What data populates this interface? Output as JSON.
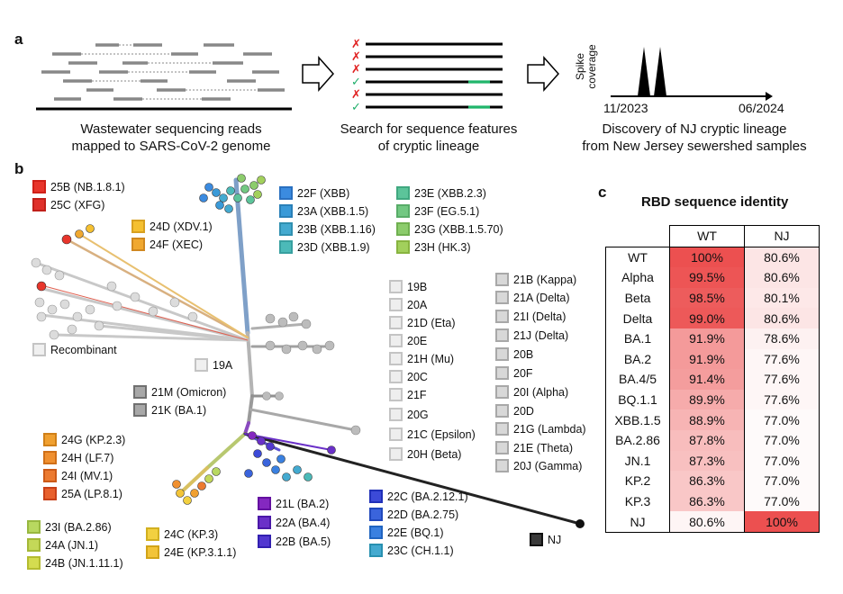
{
  "panel_a": {
    "letter": "a",
    "step1_caption_line1": "Wastewater sequencing reads",
    "step1_caption_line2": "mapped to SARS-CoV-2 genome",
    "step2_caption_line1": "Search for sequence features",
    "step2_caption_line2": "of cryptic lineage",
    "step3_caption_line1": "Discovery of NJ cryptic lineage",
    "step3_caption_line2": "from New Jersey sewershed samples",
    "search_marks": [
      "✗",
      "✗",
      "✗",
      "✓",
      "✗",
      "✓"
    ],
    "plot_ylabel_line1": "Spike",
    "plot_ylabel_line2": "coverage",
    "plot_x_start": "11/2023",
    "plot_x_end": "06/2024"
  },
  "panel_b": {
    "letter": "b",
    "legend": [
      {
        "label": "25B (NB.1.8.1)",
        "color": "#e8352b"
      },
      {
        "label": "25C (XFG)",
        "color": "#e0302a"
      },
      {
        "label": "24D (XDV.1)",
        "color": "#f5c030"
      },
      {
        "label": "24F (XEC)",
        "color": "#f0a830"
      },
      {
        "label": "22F (XBB)",
        "color": "#3b8be0"
      },
      {
        "label": "23A (XBB.1.5)",
        "color": "#3a9ad8"
      },
      {
        "label": "23B (XBB.1.16)",
        "color": "#44aad0"
      },
      {
        "label": "23D (XBB.1.9)",
        "color": "#4cbab8"
      },
      {
        "label": "23E (XBB.2.3)",
        "color": "#5cc49a"
      },
      {
        "label": "23F (EG.5.1)",
        "color": "#72c882"
      },
      {
        "label": "23G (XBB.1.5.70)",
        "color": "#8ccc6c"
      },
      {
        "label": "23H (HK.3)",
        "color": "#a2d05c"
      },
      {
        "label": "Recombinant",
        "color": "#d8d8d8"
      },
      {
        "label": "19A",
        "color": "#d4d4d4"
      },
      {
        "label": "19B",
        "color": "#d2d2d2"
      },
      {
        "label": "20A",
        "color": "#d2d2d2"
      },
      {
        "label": "21D (Eta)",
        "color": "#d2d2d2"
      },
      {
        "label": "20E",
        "color": "#d2d2d2"
      },
      {
        "label": "21H (Mu)",
        "color": "#d2d2d2"
      },
      {
        "label": "20C",
        "color": "#d2d2d2"
      },
      {
        "label": "21F",
        "color": "#d2d2d2"
      },
      {
        "label": "20G",
        "color": "#d2d2d2"
      },
      {
        "label": "21C (Epsilon)",
        "color": "#d2d2d2"
      },
      {
        "label": "20H (Beta)",
        "color": "#d2d2d2"
      },
      {
        "label": "21B (Kappa)",
        "color": "#b4b4b4"
      },
      {
        "label": "21A (Delta)",
        "color": "#b4b4b4"
      },
      {
        "label": "21I (Delta)",
        "color": "#b4b4b4"
      },
      {
        "label": "21J (Delta)",
        "color": "#b4b4b4"
      },
      {
        "label": "20B",
        "color": "#b4b4b4"
      },
      {
        "label": "20F",
        "color": "#b4b4b4"
      },
      {
        "label": "20I (Alpha)",
        "color": "#b4b4b4"
      },
      {
        "label": "20D",
        "color": "#b4b4b4"
      },
      {
        "label": "21G (Lambda)",
        "color": "#b4b4b4"
      },
      {
        "label": "21E (Theta)",
        "color": "#b4b4b4"
      },
      {
        "label": "20J (Gamma)",
        "color": "#b4b4b4"
      },
      {
        "label": "21M (Omicron)",
        "color": "#8e8e8e"
      },
      {
        "label": "21K (BA.1)",
        "color": "#8e8e8e"
      },
      {
        "label": "24G (KP.2.3)",
        "color": "#f0a030"
      },
      {
        "label": "24H (LF.7)",
        "color": "#f09030"
      },
      {
        "label": "24I (MV.1)",
        "color": "#ec7a30"
      },
      {
        "label": "25A (LP.8.1)",
        "color": "#e8602c"
      },
      {
        "label": "23I (BA.2.86)",
        "color": "#b8d860"
      },
      {
        "label": "24A (JN.1)",
        "color": "#c4d858"
      },
      {
        "label": "24B (JN.1.11.1)",
        "color": "#d4dc50"
      },
      {
        "label": "24C (KP.3)",
        "color": "#f2d040"
      },
      {
        "label": "24E (KP.3.1.1)",
        "color": "#f2c438"
      },
      {
        "label": "21L (BA.2)",
        "color": "#8428c0"
      },
      {
        "label": "22A (BA.4)",
        "color": "#6a30c8"
      },
      {
        "label": "22B (BA.5)",
        "color": "#5238d0"
      },
      {
        "label": "22C (BA.2.12.1)",
        "color": "#3c4ad8"
      },
      {
        "label": "22D (BA.2.75)",
        "color": "#3a64dc"
      },
      {
        "label": "22E (BQ.1)",
        "color": "#3a80e0"
      },
      {
        "label": "23C (CH.1.1)",
        "color": "#44aad0"
      },
      {
        "label": "NJ",
        "color": "#222222"
      }
    ]
  },
  "panel_c": {
    "letter": "c",
    "title": "RBD sequence identity",
    "columns": [
      "WT",
      "NJ"
    ],
    "rows": [
      {
        "name": "WT",
        "wt": "100%",
        "nj": "80.6%",
        "wt_level": 1.0,
        "nj_level": 0.15
      },
      {
        "name": "Alpha",
        "wt": "99.5%",
        "nj": "80.6%",
        "wt_level": 0.97,
        "nj_level": 0.15
      },
      {
        "name": "Beta",
        "wt": "98.5%",
        "nj": "80.1%",
        "wt_level": 0.93,
        "nj_level": 0.13
      },
      {
        "name": "Delta",
        "wt": "99.0%",
        "nj": "80.6%",
        "wt_level": 0.95,
        "nj_level": 0.15
      },
      {
        "name": "BA.1",
        "wt": "91.9%",
        "nj": "78.6%",
        "wt_level": 0.58,
        "nj_level": 0.08
      },
      {
        "name": "BA.2",
        "wt": "91.9%",
        "nj": "77.6%",
        "wt_level": 0.58,
        "nj_level": 0.05
      },
      {
        "name": "BA.4/5",
        "wt": "91.4%",
        "nj": "77.6%",
        "wt_level": 0.56,
        "nj_level": 0.05
      },
      {
        "name": "BQ.1.1",
        "wt": "89.9%",
        "nj": "77.6%",
        "wt_level": 0.48,
        "nj_level": 0.05
      },
      {
        "name": "XBB.1.5",
        "wt": "88.9%",
        "nj": "77.0%",
        "wt_level": 0.43,
        "nj_level": 0.03
      },
      {
        "name": "BA.2.86",
        "wt": "87.8%",
        "nj": "77.0%",
        "wt_level": 0.38,
        "nj_level": 0.03
      },
      {
        "name": "JN.1",
        "wt": "87.3%",
        "nj": "77.0%",
        "wt_level": 0.36,
        "nj_level": 0.03
      },
      {
        "name": "KP.2",
        "wt": "86.3%",
        "nj": "77.0%",
        "wt_level": 0.32,
        "nj_level": 0.03
      },
      {
        "name": "KP.3",
        "wt": "86.3%",
        "nj": "77.0%",
        "wt_level": 0.32,
        "nj_level": 0.03
      },
      {
        "name": "NJ",
        "wt": "80.6%",
        "nj": "100%",
        "wt_level": 0.06,
        "nj_level": 1.0
      }
    ]
  }
}
